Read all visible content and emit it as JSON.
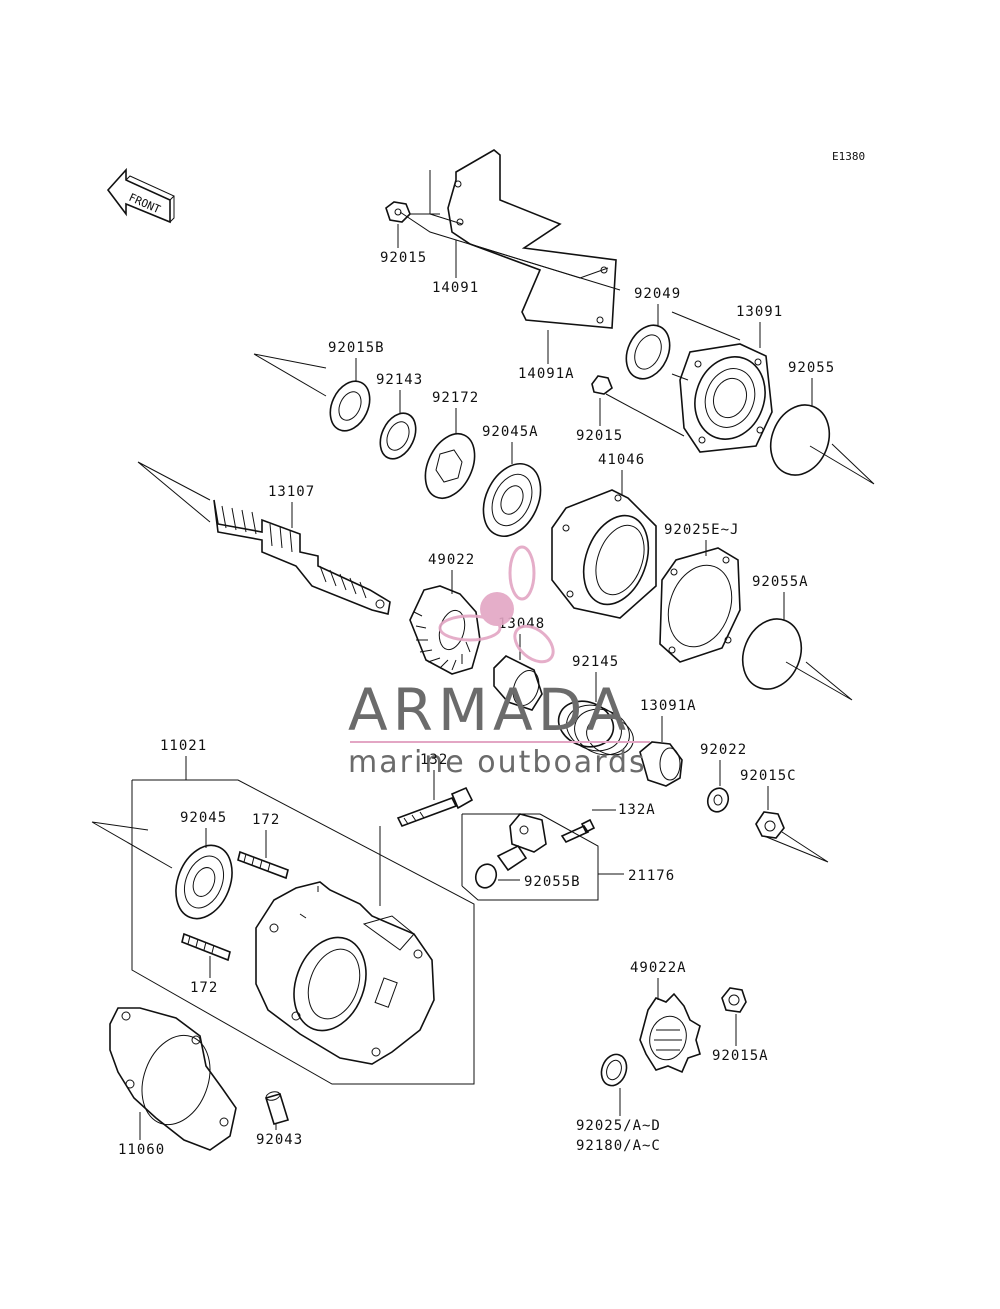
{
  "diagram": {
    "code": "E1380",
    "front_arrow_label": "FRONT",
    "labels": {
      "p92015_top": "92015",
      "p14091": "14091",
      "p14091A": "14091A",
      "p92049": "92049",
      "p13091": "13091",
      "p92055": "92055",
      "p92015_mid": "92015",
      "p92015B": "92015B",
      "p92143": "92143",
      "p92172": "92172",
      "p92045A": "92045A",
      "p41046": "41046",
      "p13107": "13107",
      "p49022": "49022",
      "p13048": "13048",
      "p92025EJ": "92025E~J",
      "p92055A": "92055A",
      "p92145": "92145",
      "p13091A": "13091A",
      "p92022": "92022",
      "p92015C": "92015C",
      "p11021": "11021",
      "p132": "132",
      "p132A": "132A",
      "p92045": "92045",
      "p172_top": "172",
      "p92055B": "92055B",
      "p21176": "21176",
      "p172_bot": "172",
      "p49022A": "49022A",
      "p92015A": "92015A",
      "p92043": "92043",
      "p11060": "11060",
      "p92025AD": "92025/A~D",
      "p92180AC": "92180/A~C"
    }
  },
  "watermark": {
    "brand": "ARMADA",
    "tagline": "marine outboards",
    "colors": {
      "accent": "#e3a6c4",
      "text": "#6b6b6b"
    }
  }
}
